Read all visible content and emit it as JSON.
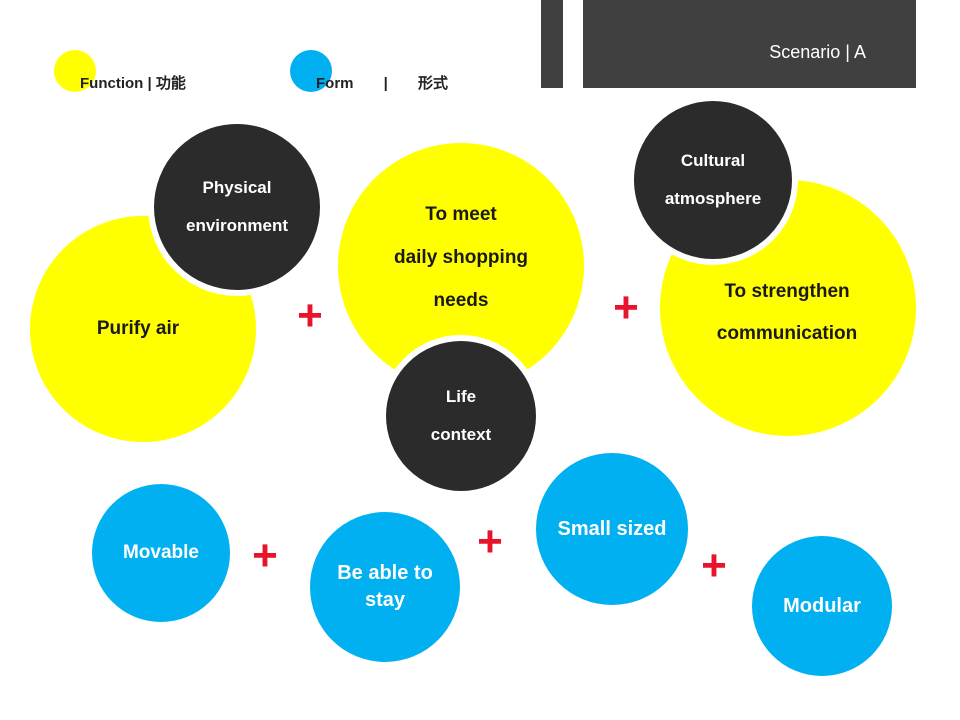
{
  "header": {
    "scenario_label": "Scenario | A"
  },
  "legend": {
    "function_label": "Function | 功能",
    "form_label": "Form | 形式",
    "function_color": "#ffff00",
    "form_color": "#00b0f0"
  },
  "functions": {
    "purify_air": "Purify air",
    "shopping_line1": "To meet",
    "shopping_line2": "daily shopping",
    "shopping_line3": "needs",
    "communication_line1": "To strengthen",
    "communication_line2": "communication"
  },
  "contexts": {
    "physical_line1": "Physical",
    "physical_line2": "environment",
    "life_line1": "Life",
    "life_line2": "context",
    "cultural_line1": "Cultural",
    "cultural_line2": "atmosphere"
  },
  "forms": {
    "movable": "Movable",
    "stay_line1": "Be able to",
    "stay_line2": "stay",
    "small_sized": "Small sized",
    "modular": "Modular"
  },
  "operators": {
    "plus": "+"
  },
  "colors": {
    "function": "#ffff00",
    "context": "#2b2b2b",
    "form": "#00b0f0",
    "operator": "#e8142b",
    "header_bar": "#404040"
  }
}
